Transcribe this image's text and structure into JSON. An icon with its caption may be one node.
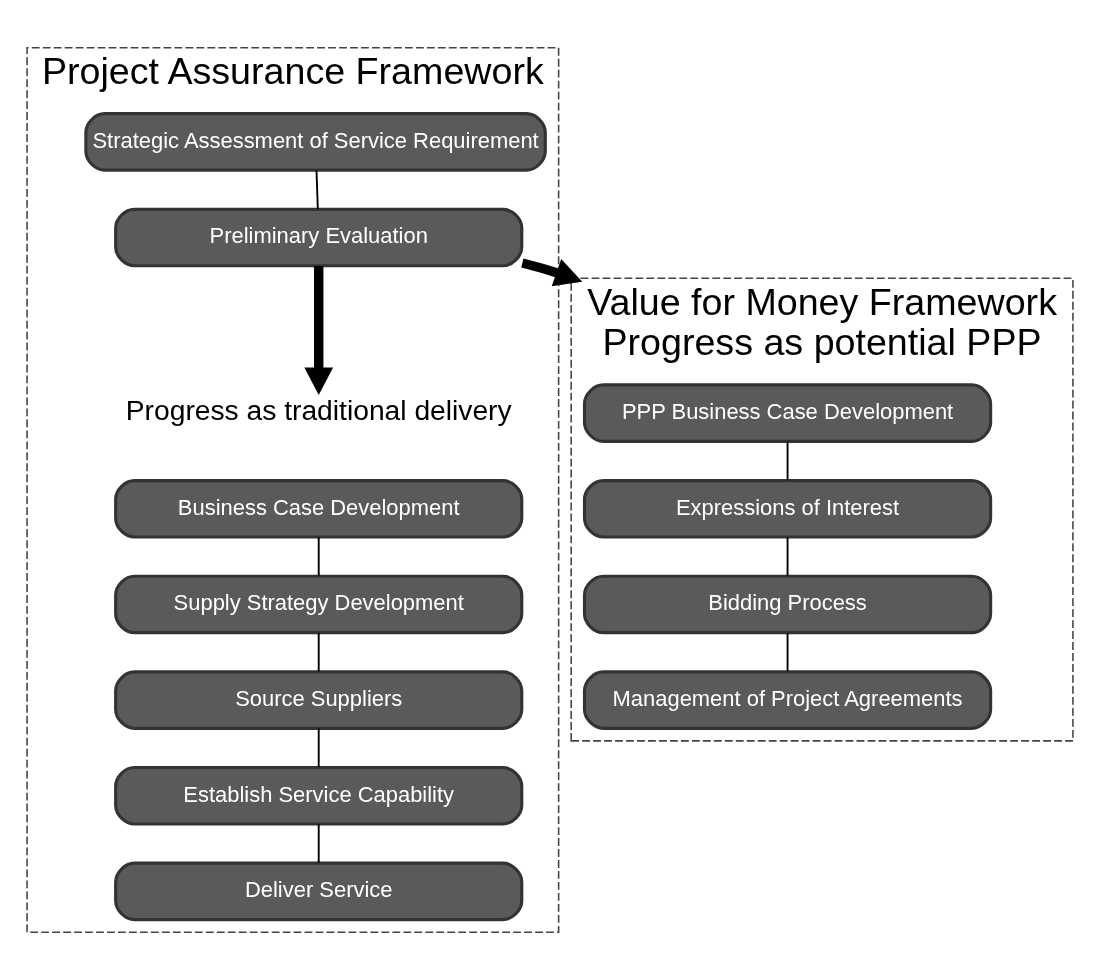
{
  "diagram": {
    "nodes": [
      {
        "text": [
          "Project Assurance Framework"
        ]
      },
      {
        "text": [
          "Strategic Assessment of Service Requirement"
        ],
        "in": 0
      },
      {
        "text": [
          "Preliminary Evaluation"
        ],
        "in": 0
      },
      {
        "text": [
          "Progress as traditional delivery"
        ],
        "in": 0
      },
      {
        "text": [
          "Business Case Development"
        ],
        "in": 0
      },
      {
        "text": [
          "Supply Strategy Development"
        ],
        "in": 0
      },
      {
        "text": [
          "Source Suppliers"
        ],
        "in": 0
      },
      {
        "text": [
          "Establish Service Capability"
        ],
        "in": 0
      },
      {
        "text": [
          "Deliver Service"
        ],
        "in": 0
      },
      {
        "text": [
          "Value for Money Framework",
          "Progress as potential PPP"
        ]
      },
      {
        "text": [
          "PPP Business Case Development"
        ],
        "in": 9
      },
      {
        "text": [
          "Expressions of Interest"
        ],
        "in": 9
      },
      {
        "text": [
          "Bidding Process"
        ],
        "in": 9
      },
      {
        "text": [
          "Management of Project Agreements"
        ],
        "in": 9
      }
    ],
    "edges": [
      {
        "from": 1,
        "to": 2,
        "arrow": "none"
      },
      {
        "from": 2,
        "to": 3,
        "arrow": "to",
        "style": "thick"
      },
      {
        "from": 2,
        "to": 9,
        "arrow": "to",
        "style": "thick"
      },
      {
        "from": 4,
        "to": 5,
        "arrow": "none"
      },
      {
        "from": 5,
        "to": 6,
        "arrow": "none"
      },
      {
        "from": 6,
        "to": 7,
        "arrow": "none"
      },
      {
        "from": 7,
        "to": 8,
        "arrow": "none"
      },
      {
        "from": 10,
        "to": 11,
        "arrow": "none"
      },
      {
        "from": 11,
        "to": 12,
        "arrow": "none"
      },
      {
        "from": 12,
        "to": 13,
        "arrow": "none"
      }
    ]
  }
}
